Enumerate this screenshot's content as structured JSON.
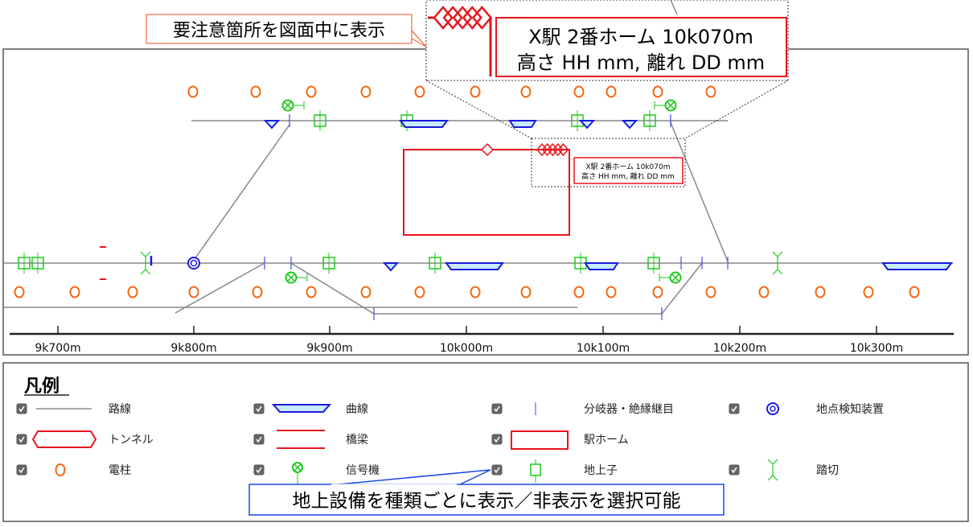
{
  "annotations": {
    "caution_label": "要注意箇所を図面中に表示",
    "toggle_label": "地上設備を種類ごとに表示／非表示を選択可能"
  },
  "callout": {
    "line1": "X駅 2番ホーム 10k070m",
    "line2": "高さ HH mm, 離れ DD mm"
  },
  "axis": {
    "ticks": [
      "9k700m",
      "9k800m",
      "9k900m",
      "10k000m",
      "10k100m",
      "10k200m",
      "10k300m"
    ]
  },
  "legend": {
    "title": "凡例",
    "items": [
      {
        "label": "路線",
        "checked": true
      },
      {
        "label": "曲線",
        "checked": true
      },
      {
        "label": "分岐器・絶縁継目",
        "checked": true
      },
      {
        "label": "地点検知装置",
        "checked": true
      },
      {
        "label": "トンネル",
        "checked": true
      },
      {
        "label": "橋梁",
        "checked": true
      },
      {
        "label": "駅ホーム",
        "checked": true
      },
      {
        "label": "電柱",
        "checked": true
      },
      {
        "label": "信号機",
        "checked": true
      },
      {
        "label": "地上子",
        "checked": true
      },
      {
        "label": "踏切",
        "checked": true
      }
    ]
  },
  "colors": {
    "track": "#888888",
    "curve": "#1a1adc",
    "curve_fill": "#c8ecff",
    "red": "#e8141e",
    "pole": "#f06a14",
    "signal": "#1ec81e",
    "callout_blue": "#1a4ae8"
  }
}
